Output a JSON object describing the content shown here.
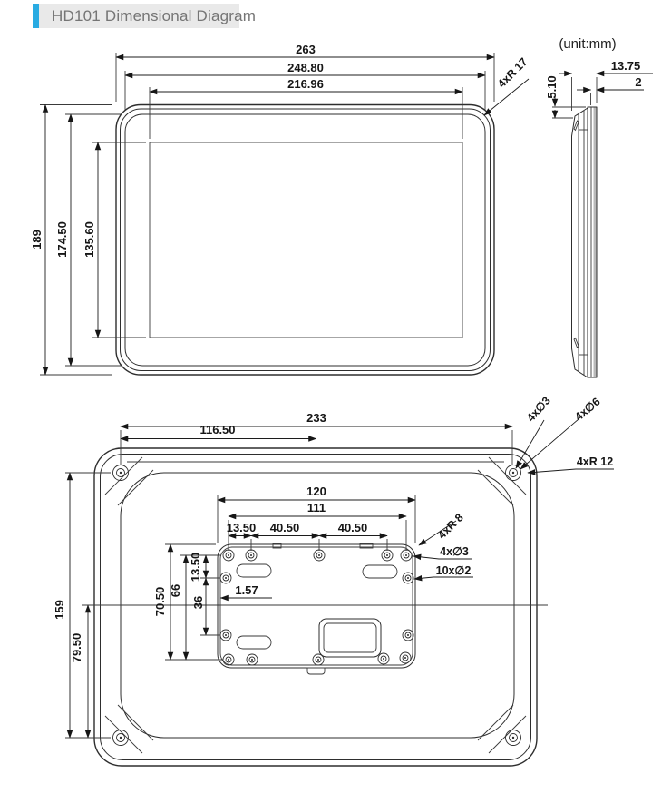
{
  "header": {
    "title": "HD101 Dimensional Diagram",
    "accent_color": "#29abe2",
    "bar_color": "#e9e9e9"
  },
  "unit_label": "(unit:mm)",
  "front_view": {
    "dims": {
      "outer_width": "263",
      "bezel_width": "248.80",
      "display_width": "216.96",
      "outer_height": "189",
      "bezel_height": "174.50",
      "display_height": "135.60",
      "corner_radius": "4xR 17"
    }
  },
  "side_view": {
    "dims": {
      "depth": "13.75",
      "glass_thickness": "2",
      "front_lip": "5.10"
    }
  },
  "back_view": {
    "dims": {
      "hole_span_width": "233",
      "hole_span_half_width": "116.50",
      "hole_span_height": "159",
      "hole_span_half_height": "79.50",
      "corner_hole": "4x∅3",
      "corner_counterbore": "4x∅6",
      "corner_radius": "4xR 12"
    },
    "plate_dims": {
      "width": "120",
      "hole_span_width": "111",
      "edge_hole_offset": "13.50",
      "hole_pitch_a": "40.50",
      "hole_pitch_b": "40.50",
      "height": "70.50",
      "side_hole_span": "66",
      "side_hole_pitch": "36",
      "side_hole_offset": "13.50",
      "wall_thickness": "1.57",
      "corner_radius": "4xR 8",
      "corner_holes": "4x∅3",
      "small_holes": "10x∅2"
    }
  }
}
